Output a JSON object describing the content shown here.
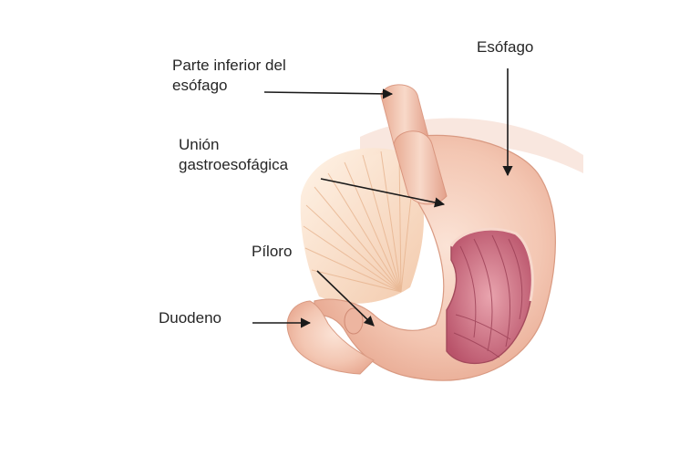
{
  "labels": {
    "lower_esophagus_line1": "Parte inferior del",
    "lower_esophagus_line2": "esófago",
    "esophagus": "Esófago",
    "gej_line1": "Unión",
    "gej_line2": "gastroesofágica",
    "pylorus": "Píloro",
    "duodenum": "Duodeno"
  },
  "colors": {
    "background": "#ffffff",
    "stomach_skin": "#f3c6b2",
    "stomach_shadow": "#e6a48c",
    "mucosa": "#c9657a",
    "arrow": "#1a1a1a",
    "text": "#262626"
  }
}
